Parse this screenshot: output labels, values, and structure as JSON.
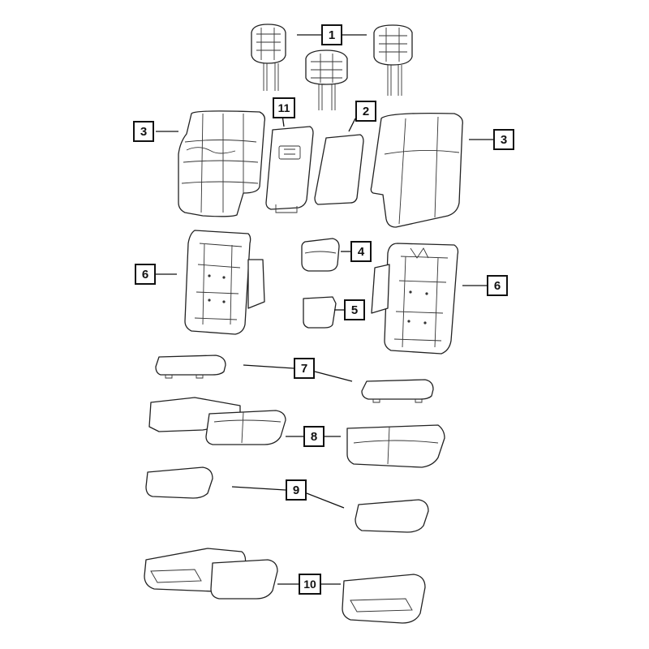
{
  "callouts": {
    "c1": "1",
    "c2": "2",
    "c3_left": "3",
    "c3_right": "3",
    "c4": "4",
    "c5": "5",
    "c6_left": "6",
    "c6_right": "6",
    "c7": "7",
    "c8": "8",
    "c9": "9",
    "c10": "10",
    "c11": "11"
  }
}
